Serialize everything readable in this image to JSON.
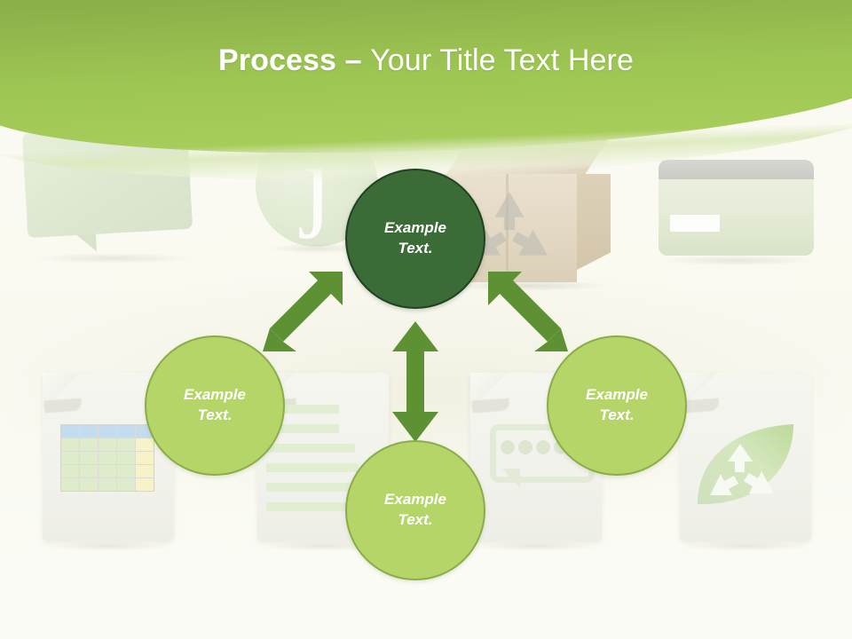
{
  "slide": {
    "title": {
      "bold_part": "Process",
      "dash": " – ",
      "rest": "Your Title Text Here"
    },
    "colors": {
      "header_green_top": "#85a845",
      "header_green_bottom": "#a8cd5c",
      "accent_dark_green": "#3b6b36",
      "accent_dark_green_border": "#1f4220",
      "accent_light_green": "#b5d568",
      "accent_light_green_border": "#8aad48",
      "arrow_green": "#5e9133",
      "background": "#fafaf2",
      "title_text": "#ffffff"
    }
  },
  "diagram": {
    "nodes": [
      {
        "id": "center",
        "label_line1": "Example",
        "label_line2": "Text.",
        "style": "dark"
      },
      {
        "id": "left",
        "label_line1": "Example",
        "label_line2": "Text.",
        "style": "light"
      },
      {
        "id": "bottom",
        "label_line1": "Example",
        "label_line2": "Text.",
        "style": "light"
      },
      {
        "id": "right",
        "label_line1": "Example",
        "label_line2": "Text.",
        "style": "light"
      }
    ],
    "arrows": [
      {
        "id": "center-left",
        "direction": "double",
        "orientation": "diagonal-down-left"
      },
      {
        "id": "center-bottom",
        "direction": "double",
        "orientation": "vertical"
      },
      {
        "id": "center-right",
        "direction": "double",
        "orientation": "diagonal-down-right"
      }
    ]
  },
  "decorations": {
    "top_row": [
      {
        "name": "speech-bubble"
      },
      {
        "name": "info-circle",
        "glyph": "j"
      },
      {
        "name": "cardboard-box",
        "inner": "recycle-symbol"
      },
      {
        "name": "credit-card"
      }
    ],
    "bottom_row": [
      {
        "name": "spreadsheet-document"
      },
      {
        "name": "text-document"
      },
      {
        "name": "chat-document",
        "dot_count": 4
      },
      {
        "name": "leaf-recycle-document"
      }
    ]
  }
}
